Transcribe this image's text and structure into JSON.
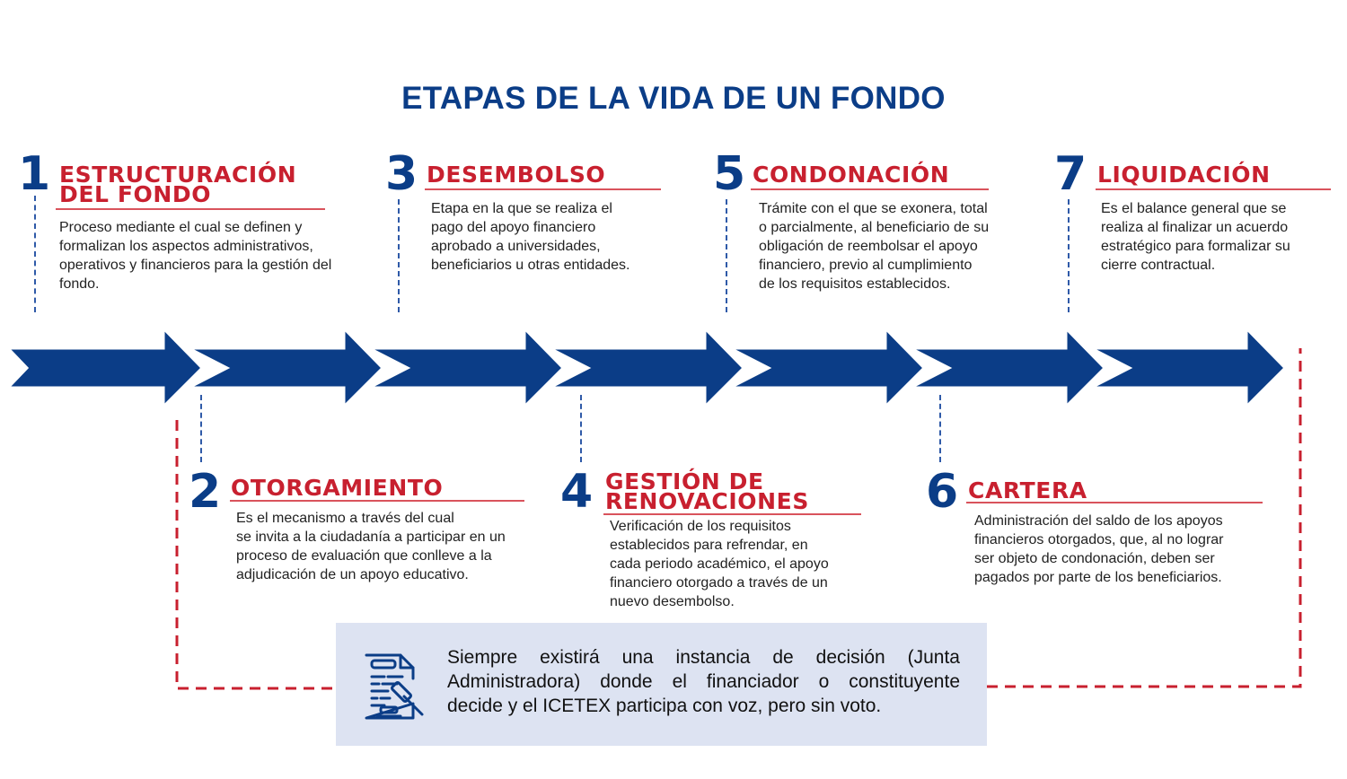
{
  "title": "ETAPAS DE LA VIDA DE UN FONDO",
  "colors": {
    "blue": "#0b3d87",
    "red": "#c8202f",
    "box": "#dde3f2"
  },
  "stages": [
    {
      "number": "1",
      "heading": [
        "ESTRUCTURACIÓN",
        "DEL FONDO"
      ],
      "lines": [
        "Proceso mediante el cual se definen y",
        "formalizan los aspectos administrativos,",
        "operativos y financieros para la gestión del",
        "fondo."
      ]
    },
    {
      "number": "2",
      "heading": [
        "OTORGAMIENTO"
      ],
      "lines": [
        "Es el mecanismo a través del cual",
        "se invita a la ciudadanía a participar en un",
        "proceso de evaluación que conlleve a la",
        "adjudicación de un apoyo educativo."
      ]
    },
    {
      "number": "3",
      "heading": [
        "DESEMBOLSO"
      ],
      "lines": [
        "Etapa en la que se realiza el",
        "pago del apoyo financiero",
        "aprobado a universidades,",
        "beneficiarios u otras entidades."
      ]
    },
    {
      "number": "4",
      "heading": [
        "GESTIÓN DE",
        "RENOVACIONES"
      ],
      "lines": [
        "Verificación de los requisitos",
        "establecidos para refrendar, en",
        "cada periodo académico, el apoyo",
        "financiero otorgado a través de un",
        "nuevo desembolso."
      ]
    },
    {
      "number": "5",
      "heading": [
        "CONDONACIÓN"
      ],
      "lines": [
        "Trámite con el que se exonera, total",
        "o parcialmente, al beneficiario de su",
        "obligación de reembolsar el apoyo",
        "financiero, previo al cumplimiento",
        "de los requisitos establecidos."
      ]
    },
    {
      "number": "6",
      "heading": [
        "CARTERA"
      ],
      "lines": [
        "Administración del saldo de los apoyos",
        "financieros otorgados, que, al no lograr",
        "ser objeto de condonación, deben ser",
        "pagados por parte de los beneficiarios."
      ]
    },
    {
      "number": "7",
      "heading": [
        "LIQUIDACIÓN"
      ],
      "lines": [
        "Es el balance general que se",
        "realiza al finalizar un acuerdo",
        "estratégico para formalizar su",
        "cierre contractual."
      ]
    }
  ],
  "note": {
    "icon": "document-gavel-icon",
    "lines": [
      "Siempre existirá una instancia de decisión (Junta",
      "Administradora) donde el financiador o constituyente",
      "decide y el ICETEX participa con voz, pero sin voto."
    ]
  }
}
